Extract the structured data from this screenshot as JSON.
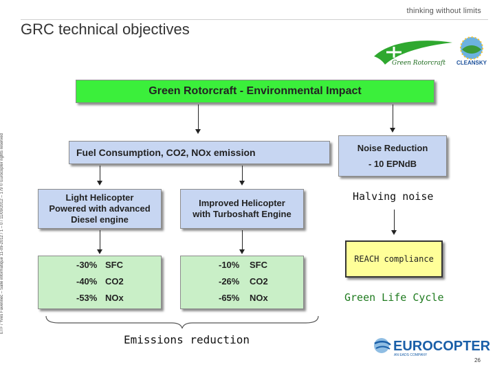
{
  "header": {
    "tagline": "thinking without limits",
    "title": "GRC technical objectives"
  },
  "sidebar_text": "ETF / Yves Favennec – Salle informatique 11-09-2012 / 1 – 0 / 11/09/2012 – 179 © Eurocopter rights reserved",
  "diagram": {
    "top_box": "Green Rotorcraft -  Environmental Impact",
    "fuel_box": "Fuel Consumption, CO2, NOx emission",
    "noise_box_line1": "Noise Reduction",
    "noise_box_line2": "- 10 EPNdB",
    "light_heli_line1": "Light Helicopter",
    "light_heli_line2": "Powered with advanced",
    "light_heli_line3": "Diesel engine",
    "improved_heli_line1": "Improved Helicopter",
    "improved_heli_line2": "with Turboshaft Engine",
    "halving_noise": "Halving noise",
    "reach": "REACH compliance",
    "green_life_cycle": "Green Life Cycle",
    "emissions_reduction": "Emissions reduction",
    "light_values": [
      {
        "pct": "-30%",
        "item": "SFC"
      },
      {
        "pct": "-40%",
        "item": "CO2"
      },
      {
        "pct": "-53%",
        "item": "NOx"
      }
    ],
    "improved_values": [
      {
        "pct": "-10%",
        "item": "SFC"
      },
      {
        "pct": "-26%",
        "item": "CO2"
      },
      {
        "pct": "-65%",
        "item": "NOx"
      }
    ]
  },
  "logos": {
    "green_rotorcraft": "Green Rotorcraft",
    "cleansky": "CLEANSKY",
    "eurocopter": "EUROCOPTER",
    "eurocopter_sub": "AN EADS COMPANY"
  },
  "footer": {
    "page_number": "26"
  },
  "colors": {
    "green_box": "#3bef3b",
    "blue_box": "#c7d6f2",
    "light_green_box": "#c9efc7",
    "yellow_box": "#ffff99",
    "eurocopter_blue": "#1a5fa8"
  }
}
